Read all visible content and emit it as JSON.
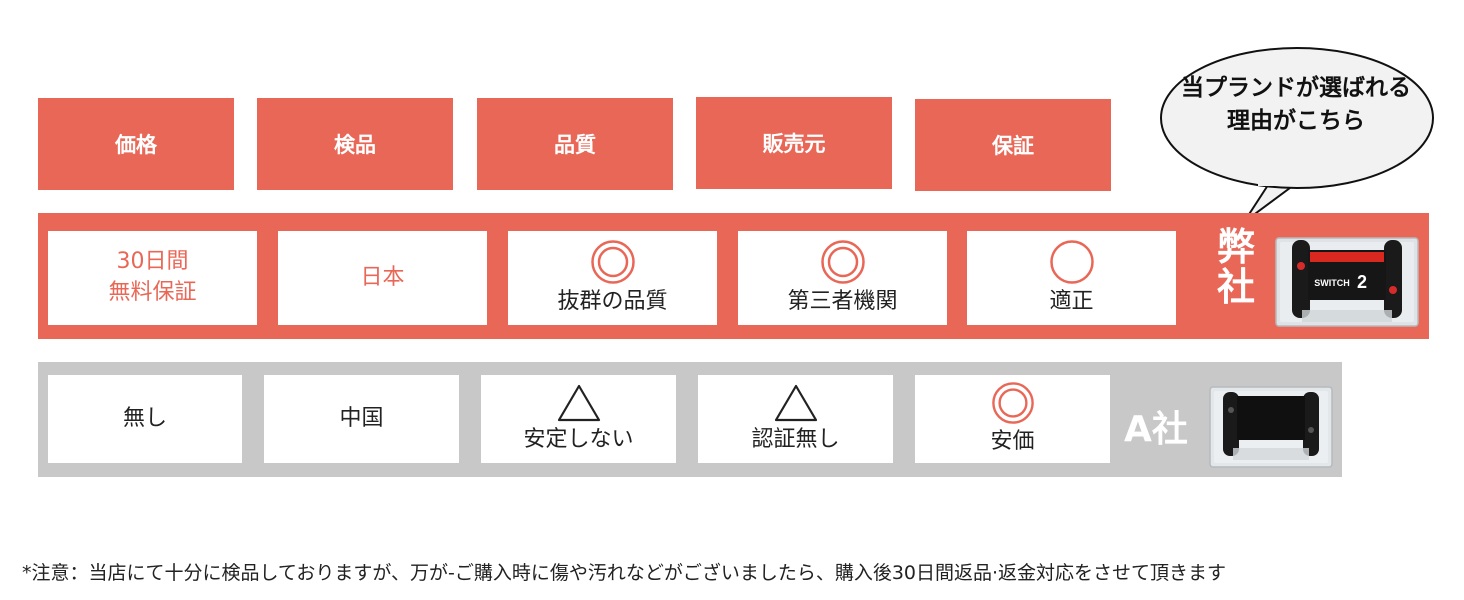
{
  "headers": [
    "価格",
    "検品",
    "品質",
    "販売元",
    "保証"
  ],
  "speech_bubble": [
    "当プランドが選ばれる",
    "理由がこちら"
  ],
  "our_company": {
    "label_line1": "弊",
    "label_line2": "社",
    "device_label": "SWITCH",
    "device_number": "2",
    "cells": [
      {
        "line1": "30日間",
        "line2": "無料保証"
      },
      {
        "line1": "日本"
      },
      {
        "line1": "抜群の品質"
      },
      {
        "line1": "第三者機関"
      },
      {
        "line1": "適正"
      }
    ]
  },
  "a_company": {
    "label": "A社",
    "cells": [
      {
        "line1": "無し"
      },
      {
        "line1": "中国"
      },
      {
        "line1": "安定しない"
      },
      {
        "line1": "認証無し"
      },
      {
        "line1": "安価"
      }
    ]
  },
  "note": "*注意：当店にて十分に検品しておりますが、万が-ご購入時に傷や汚れなどがございましたら、購入後30日間返品·返金対応をさせて頂きます",
  "colors": {
    "accent": "#e96757",
    "gray_band": "#c8c8c8"
  },
  "symbols": {
    "our": [
      "none",
      "none",
      "double-circle",
      "double-circle",
      "circle"
    ],
    "a": [
      "none",
      "none",
      "triangle",
      "triangle",
      "double-circle"
    ]
  }
}
